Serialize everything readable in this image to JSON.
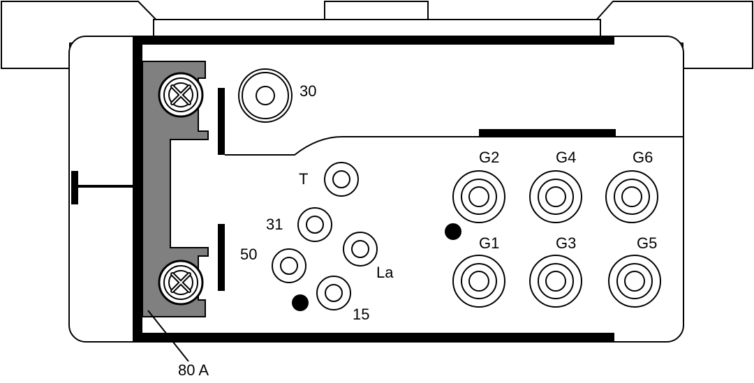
{
  "labels": {
    "t30": "30",
    "tT": "T",
    "t31": "31",
    "t50": "50",
    "tLa": "La",
    "t15": "15",
    "g1": "G1",
    "g2": "G2",
    "g3": "G3",
    "g4": "G4",
    "g5": "G5",
    "g6": "G6",
    "fuse": "80 A"
  },
  "colors": {
    "line": "#000000",
    "background": "#ffffff",
    "bus_bar": "#808080"
  }
}
